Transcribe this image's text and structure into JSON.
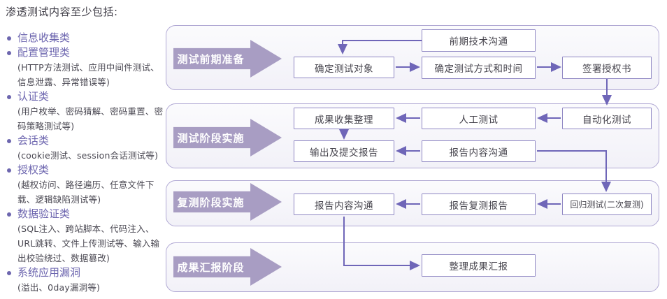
{
  "page": {
    "title": "渗透测试内容至少包括:"
  },
  "sidebar": {
    "items": [
      {
        "label": "信息收集类",
        "sub": ""
      },
      {
        "label": "配置管理类",
        "sub": "(HTTP方法测试、应用中间件测试、信息泄露、异常错误等)"
      },
      {
        "label": "认证类",
        "sub": "(用户枚举、密码猜解、密码重置、密码策略测试等)"
      },
      {
        "label": "会话类",
        "sub": "(cookie测试、session会话测试等)"
      },
      {
        "label": "授权类",
        "sub": "(越权访问、路径遍历、任意文件下载、逻辑缺陷测试等)"
      },
      {
        "label": "数据验证类",
        "sub": "(SQL注入、跨站脚本、代码注入、URL跳转、文件上传测试等、输入输出校验绕过、数据篡改)"
      },
      {
        "label": "系统应用漏洞",
        "sub": "(溢出、0day漏洞等)"
      }
    ]
  },
  "flow": {
    "stages": [
      {
        "label": "测试前期准备"
      },
      {
        "label": "测试阶段实施"
      },
      {
        "label": "复测阶段实施"
      },
      {
        "label": "成果汇报阶段"
      }
    ],
    "boxes": {
      "pre_tech": "前期技术沟通",
      "define_target": "确定测试对象",
      "define_method": "确定测试方式和时间",
      "sign_auth": "签署授权书",
      "collect_results": "成果收集整理",
      "manual_test": "人工测试",
      "auto_test": "自动化测试",
      "submit_report": "输出及提交报告",
      "report_comm_2": "报告内容沟通",
      "report_comm_3": "报告内容沟通",
      "retest_report": "报告复测报告",
      "regression_test": "回归测试(二次复测)",
      "final_report": "整理成果汇报"
    }
  },
  "colors": {
    "accent_purple": "#6d66af",
    "stage_arrow_fill": "#a89dc3",
    "box_border": "#8f87c3",
    "panel_border": "#b1a9d4",
    "connector": "#6f66b8",
    "text_dark": "#3e3c46"
  }
}
